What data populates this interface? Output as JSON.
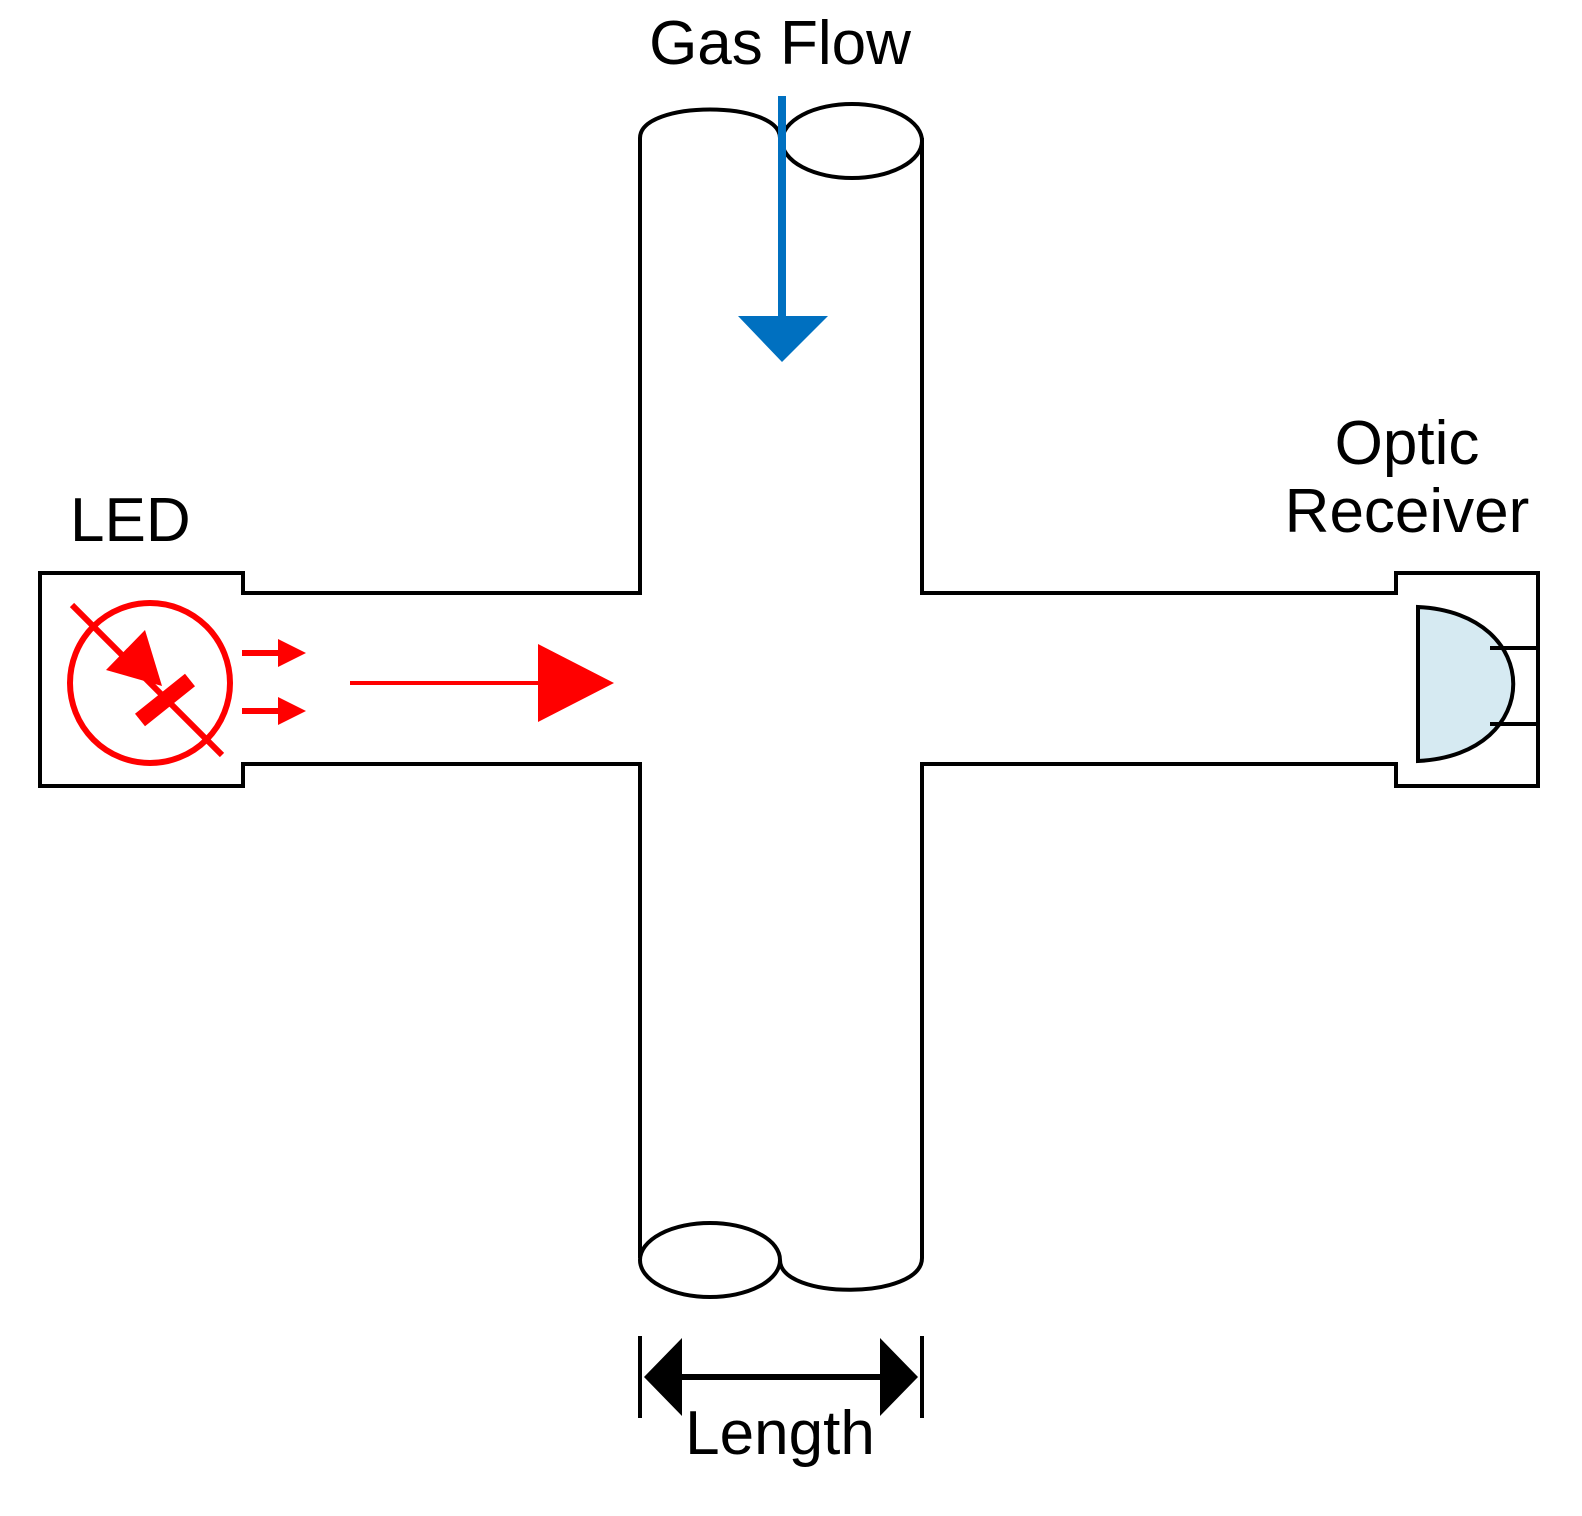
{
  "labels": {
    "gas_flow": "Gas Flow",
    "led": "LED",
    "optic_receiver_line1": "Optic",
    "optic_receiver_line2": "Receiver",
    "length": "Length"
  },
  "colors": {
    "outline": "#000000",
    "light_beam": "#ff0000",
    "gas_flow_arrow": "#0070c0",
    "receiver_fill": "#d6eaf2"
  }
}
